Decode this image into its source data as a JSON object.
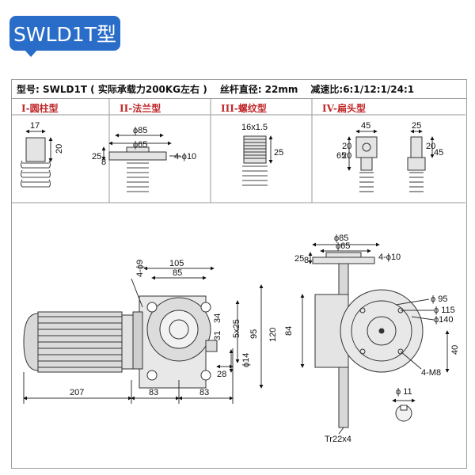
{
  "badge": {
    "title": "SWLD1T型"
  },
  "spec": {
    "model": "型号: SWLD1T ( 实际承载力200KG左右 )",
    "screw": "丝杆直径: 22mm",
    "ratio": "减速比:6:1/12:1/24:1"
  },
  "types": [
    {
      "label": "I-圆柱型"
    },
    {
      "label": "II-法兰型"
    },
    {
      "label": "III-螺纹型"
    },
    {
      "label": "IV-扁头型"
    }
  ],
  "dims": {
    "t1_w": "17",
    "t1_h": "20",
    "t2_d1": "ϕ85",
    "t2_d2": "ϕ65",
    "t2_25": "25",
    "t2_8": "8",
    "t2_holes": "4-ϕ10",
    "t3_thread": "16x1.5",
    "t3_25": "25",
    "t4_45": "45",
    "t4_65": "65",
    "t4_20": "20",
    "t4_20b": "20",
    "t4_25": "25",
    "t4_20c": "20",
    "t4_45b": "45",
    "m_4phi9": "4-ϕ9",
    "m_105": "105",
    "m_85": "85",
    "m_207": "207",
    "m_83a": "83",
    "m_83b": "83",
    "m_34": "34",
    "m_31": "31",
    "m_5x25": "5x25",
    "m_95": "95",
    "m_120": "120",
    "m_phi14": "ϕ14",
    "m_28": "28",
    "r_d85": "ϕ85",
    "r_d65": "ϕ65",
    "r_25": "25",
    "r_8": "8",
    "r_holes": "4-ϕ10",
    "r_84": "84",
    "r_95": "ϕ 95",
    "r_115": "ϕ 115",
    "r_140": "ϕ140",
    "r_40": "40",
    "r_m8": "4-M8",
    "r_phi11": "ϕ 11",
    "r_tr": "Tr22x4"
  }
}
